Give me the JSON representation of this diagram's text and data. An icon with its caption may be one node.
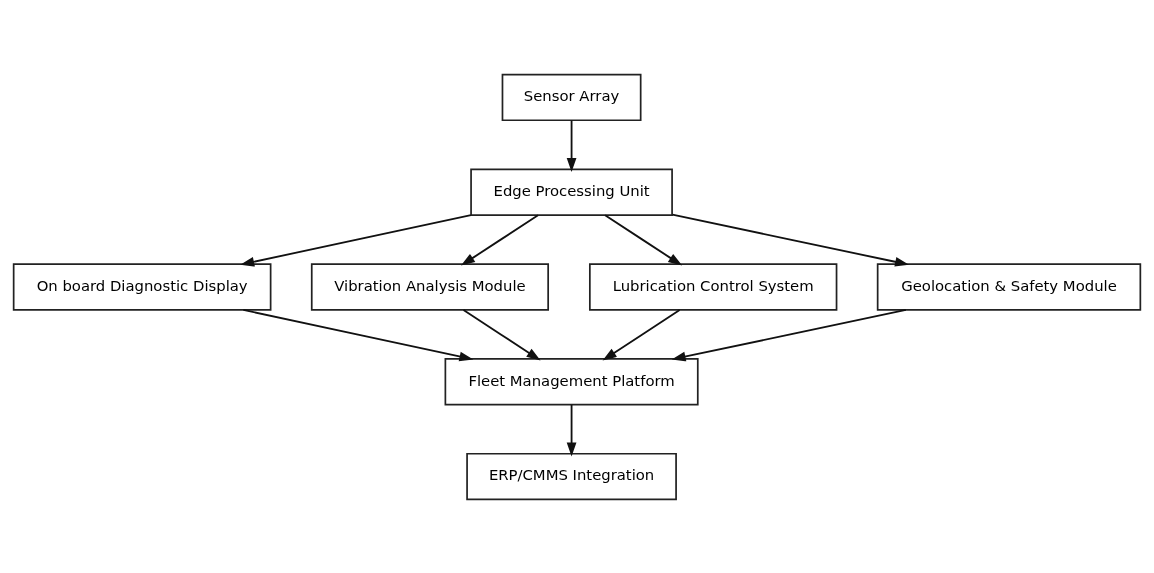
{
  "diagram": {
    "nodes": [
      {
        "text": [
          "Sensor Array"
        ]
      },
      {
        "text": [
          "Edge Processing Unit"
        ]
      },
      {
        "text": [
          "On board Diagnostic Display"
        ]
      },
      {
        "text": [
          "Vibration Analysis Module"
        ]
      },
      {
        "text": [
          "Lubrication Control System"
        ]
      },
      {
        "text": [
          "Geolocation & Safety Module"
        ]
      },
      {
        "text": [
          "Fleet Management Platform"
        ]
      },
      {
        "text": [
          "ERP/CMMS Integration"
        ]
      }
    ],
    "edges": [
      {
        "from": 0,
        "to": 1,
        "arrow": "to"
      },
      {
        "from": 1,
        "to": 2,
        "arrow": "to"
      },
      {
        "from": 1,
        "to": 3,
        "arrow": "to"
      },
      {
        "from": 1,
        "to": 4,
        "arrow": "to"
      },
      {
        "from": 1,
        "to": 5,
        "arrow": "to"
      },
      {
        "from": 2,
        "to": 6,
        "arrow": "to"
      },
      {
        "from": 3,
        "to": 6,
        "arrow": "to"
      },
      {
        "from": 4,
        "to": 6,
        "arrow": "to"
      },
      {
        "from": 5,
        "to": 6,
        "arrow": "to"
      },
      {
        "from": 6,
        "to": 7,
        "arrow": "to"
      }
    ]
  }
}
